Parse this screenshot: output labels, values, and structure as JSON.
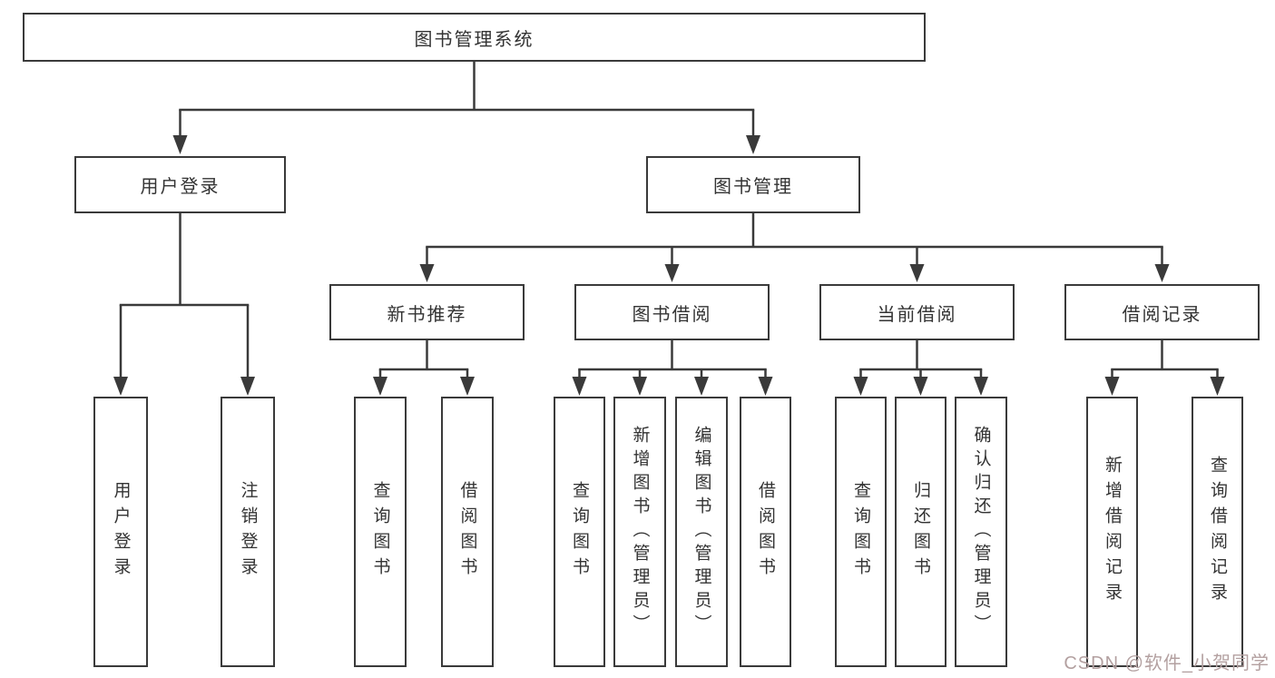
{
  "diagram": {
    "root": {
      "label": "图书管理系统"
    },
    "level2": {
      "user_login": {
        "label": "用户登录"
      },
      "book_mgmt": {
        "label": "图书管理"
      }
    },
    "level3": {
      "new_book_rec": {
        "label": "新书推荐"
      },
      "book_borrow": {
        "label": "图书借阅"
      },
      "current_borrow": {
        "label": "当前借阅"
      },
      "borrow_record": {
        "label": "借阅记录"
      }
    },
    "leaves": {
      "user_login_1": "用户登录",
      "user_login_2": "注销登录",
      "new_book_1": "查询图书",
      "new_book_2": "借阅图书",
      "borrow_1": "查询图书",
      "borrow_2": "新增图书（管理员）",
      "borrow_3": "编辑图书（管理员）",
      "borrow_4": "借阅图书",
      "current_1": "查询图书",
      "current_2": "归还图书",
      "current_3": "确认归还（管理员）",
      "record_1": "新增借阅记录",
      "record_2": "查询借阅记录"
    }
  },
  "watermark": {
    "text": "CSDN @软件_小贺同学"
  },
  "colors": {
    "line": "#3a3a3a",
    "border": "#3a3a3a",
    "text": "#333333",
    "background": "#ffffff",
    "watermark": "#b3a0a0"
  }
}
